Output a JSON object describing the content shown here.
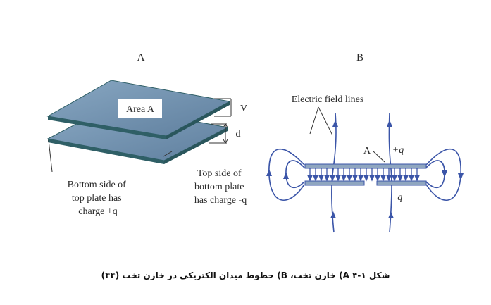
{
  "panel_a": {
    "title": "A",
    "area_label": "Area A",
    "voltage_label": "V",
    "separation_label": "d",
    "bottom_side_label": [
      "Bottom side of",
      "top plate has",
      "charge +q"
    ],
    "top_side_label": [
      "Top side of",
      "bottom plate",
      "has charge -q"
    ]
  },
  "panel_b": {
    "title": "B",
    "field_lines_label": "Electric field lines",
    "area_label": "A",
    "plus_charge": "+q",
    "minus_charge": "−q"
  },
  "caption": "شکل ۱-۴ A) خازن تخت، B) خطوط میدان الکتریکی در خازن تخت (۴۴)",
  "colors": {
    "plate_face": "#6f8fad",
    "plate_edge": "#2f5f66",
    "field_line": "#3b55a8"
  }
}
